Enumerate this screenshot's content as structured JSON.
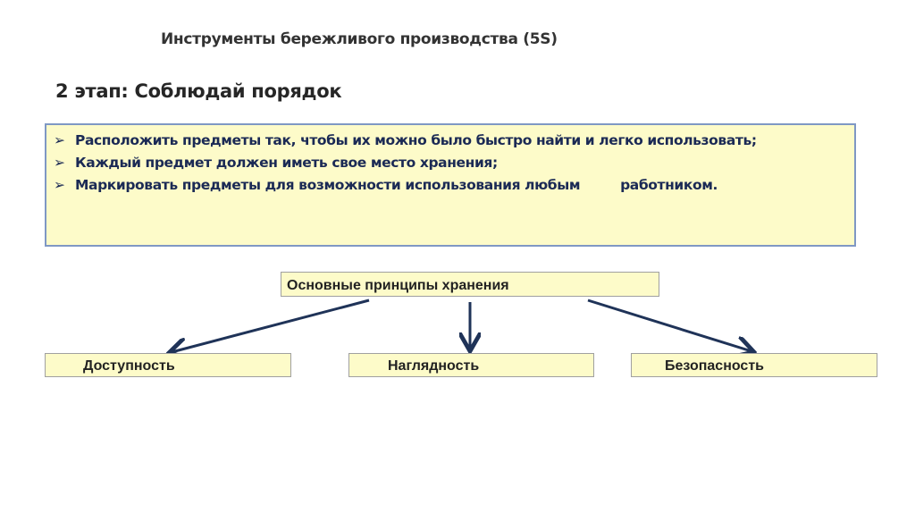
{
  "title": "Инструменты бережливого производства (5S)",
  "stage": "2 этап: Соблюдай порядок",
  "bullets": [
    "Расположить предметы так, чтобы их можно было быстро найти и легко использовать;",
    "Каждый предмет должен иметь свое место хранения;",
    "Маркировать предметы для возможности использования любым         работником."
  ],
  "bullet_marker": "➢",
  "root": "Основные принципы хранения",
  "children": [
    "Доступность",
    "Наглядность",
    "Безопасность"
  ],
  "colors": {
    "box_fill": "#fdfbc9",
    "box_border": "#7f98c4",
    "text": "#1b2a55",
    "arrow": "#1f3358"
  }
}
